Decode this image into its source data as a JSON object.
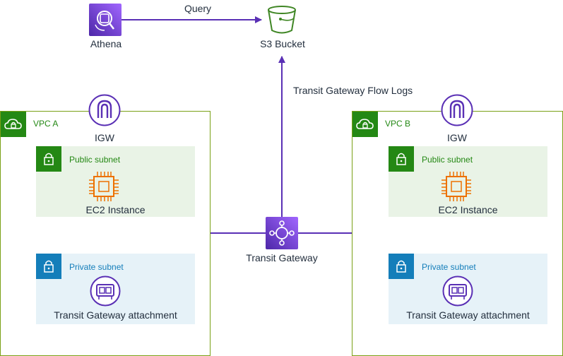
{
  "top": {
    "athena_label": "Athena",
    "s3_label": "S3 Bucket",
    "query_label": "Query",
    "flow_logs_label": "Transit Gateway Flow Logs"
  },
  "vpc_a": {
    "title": "VPC A",
    "igw_label": "IGW",
    "public_subnet": "Public subnet",
    "ec2_label": "EC2 Instance",
    "private_subnet": "Private subnet",
    "attachment_label": "Transit Gateway attachment"
  },
  "vpc_b": {
    "title": "VPC B",
    "igw_label": "IGW",
    "public_subnet": "Public subnet",
    "ec2_label": "EC2 Instance",
    "private_subnet": "Private subnet",
    "attachment_label": "Transit Gateway attachment"
  },
  "tgw": {
    "label": "Transit Gateway"
  },
  "colors": {
    "purple": "#7b3fe4",
    "vpc_green": "#248814",
    "public_bg": "#e9f3e6",
    "private_bg": "#e6f2f8",
    "private_blue": "#147eba",
    "ec2_orange": "#ed7100",
    "s3_green": "#3f8624"
  }
}
